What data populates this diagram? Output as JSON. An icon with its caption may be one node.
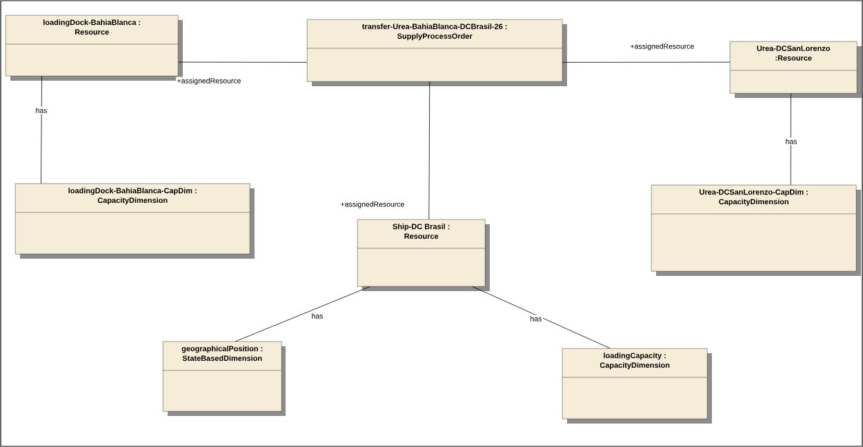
{
  "diagram": {
    "nodes": [
      {
        "text": [
          "loadingDock-BahiaBlanca : Resource"
        ]
      },
      {
        "text": [
          "transfer-Urea-BahiaBlanca-DCBrasil-26 : SupplyProcessOrder"
        ]
      },
      {
        "text": [
          "Urea-DCSanLorenzo :Resource"
        ]
      },
      {
        "text": [
          "loadingDock-BahiaBlanca-CapDim : CapacityDimension"
        ]
      },
      {
        "text": [
          "Urea-DCSanLorenzo-CapDim : CapacityDimension"
        ]
      },
      {
        "text": [
          "Ship-DC Brasil : Resource"
        ]
      },
      {
        "text": [
          "geographicalPosition : StateBasedDimension"
        ]
      },
      {
        "text": [
          "loadingCapacity : CapacityDimension"
        ]
      }
    ],
    "edges": [
      {
        "from": 0,
        "to": 1,
        "arrow": "none",
        "label": "+assignedResource"
      },
      {
        "from": 1,
        "to": 2,
        "arrow": "none",
        "label": "+assignedResource"
      },
      {
        "from": 0,
        "to": 3,
        "arrow": "none",
        "label": "has"
      },
      {
        "from": 2,
        "to": 4,
        "arrow": "none",
        "label": "has"
      },
      {
        "from": 1,
        "to": 5,
        "arrow": "none",
        "label": "+assignedResource"
      },
      {
        "from": 5,
        "to": 6,
        "arrow": "none",
        "label": "has"
      },
      {
        "from": 5,
        "to": 7,
        "arrow": "none",
        "label": "has"
      }
    ]
  }
}
